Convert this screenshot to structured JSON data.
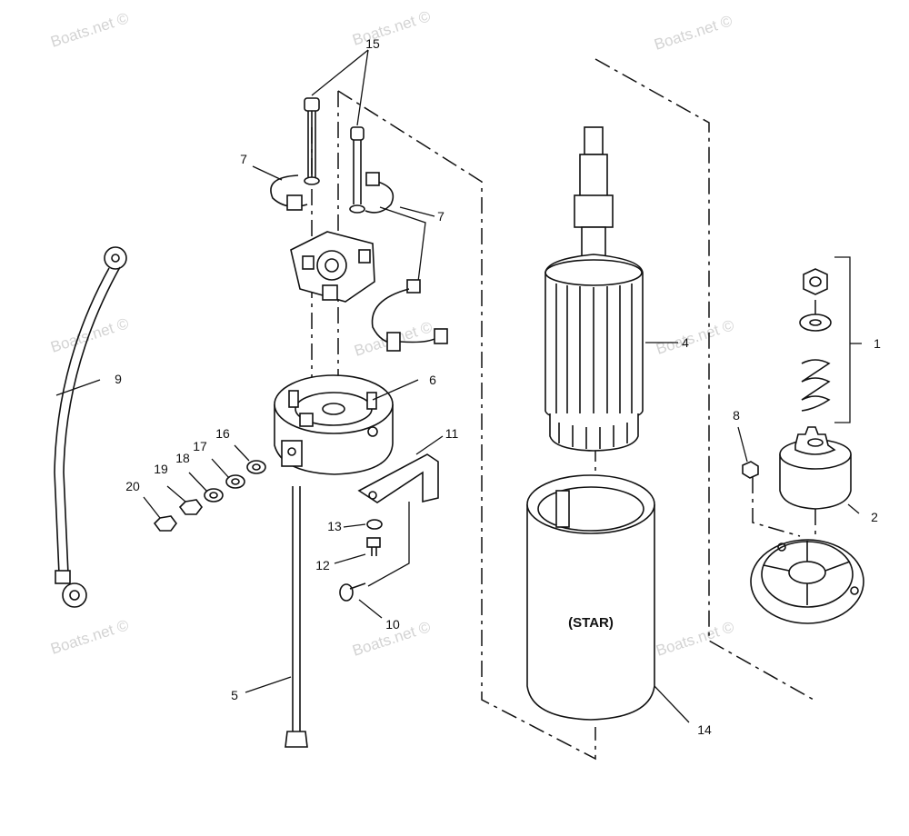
{
  "watermark": "Boats.net ©",
  "housing_label": "(STAR)",
  "callouts": [
    {
      "id": "1",
      "text": "1"
    },
    {
      "id": "2",
      "text": "2"
    },
    {
      "id": "4",
      "text": "4"
    },
    {
      "id": "5",
      "text": "5"
    },
    {
      "id": "6",
      "text": "6"
    },
    {
      "id": "7a",
      "text": "7"
    },
    {
      "id": "7b",
      "text": "7"
    },
    {
      "id": "8",
      "text": "8"
    },
    {
      "id": "9",
      "text": "9"
    },
    {
      "id": "10",
      "text": "10"
    },
    {
      "id": "11",
      "text": "11"
    },
    {
      "id": "12",
      "text": "12"
    },
    {
      "id": "13",
      "text": "13"
    },
    {
      "id": "14",
      "text": "14"
    },
    {
      "id": "15",
      "text": "15"
    },
    {
      "id": "16",
      "text": "16"
    },
    {
      "id": "17",
      "text": "17"
    },
    {
      "id": "18",
      "text": "18"
    },
    {
      "id": "19",
      "text": "19"
    },
    {
      "id": "20",
      "text": "20"
    }
  ]
}
